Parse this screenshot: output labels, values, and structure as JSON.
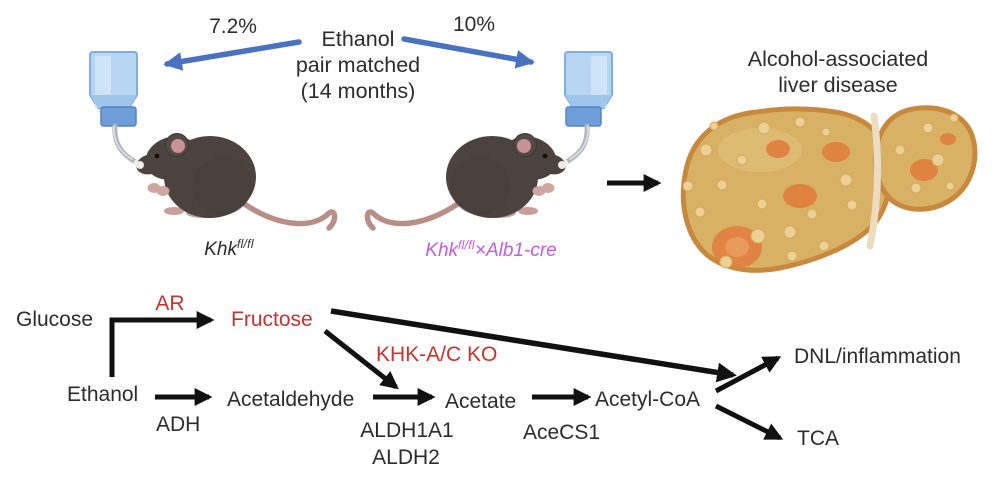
{
  "figure": {
    "top_panel": {
      "dose_left": "7.2%",
      "dose_right": "10%",
      "treatment_lines": [
        "Ethanol",
        "pair matched",
        "(14 months)"
      ],
      "mouse_left_label": {
        "gene": "Khk",
        "superscript": "fl/fl"
      },
      "mouse_right_label": {
        "gene": "Khk",
        "superscript": "fl/fl",
        "cross": "×Alb1-cre"
      },
      "outcome_lines": [
        "Alcohol-associated",
        "liver disease"
      ]
    },
    "pathway": {
      "glucose": "Glucose",
      "ethanol": "Ethanol",
      "fructose": "Fructose",
      "acetaldehyde": "Acetaldehyde",
      "acetate": "Acetate",
      "acetyl_coa": "Acetyl-CoA",
      "dnl": "DNL/inflammation",
      "tca": "TCA",
      "enzyme_ar": "AR",
      "enzyme_khk_ko": "KHK-A/C KO",
      "enzyme_adh": "ADH",
      "enzyme_aldh1a1": "ALDH1A1",
      "enzyme_aldh2": "ALDH2",
      "enzyme_acecs1": "AceCS1"
    },
    "illustrations": {
      "water_bottle": "water-bottle-icon",
      "mouse": "mouse-icon",
      "fatty_liver": "fatty-liver-icon"
    },
    "colors": {
      "ink": "#2c2c2c",
      "highlight_red": "#c5342d",
      "genotype_magenta": "#c45ce4",
      "arrow_blue": "#4a72c0",
      "arrow_black": "#111111"
    }
  }
}
